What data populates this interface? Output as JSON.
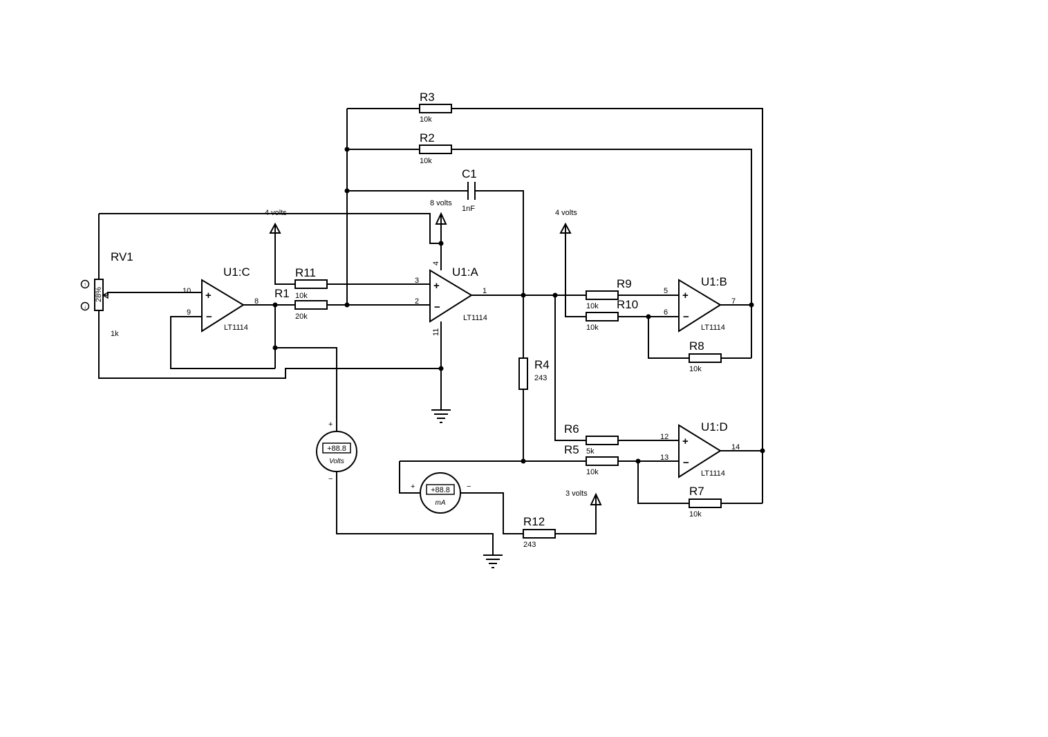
{
  "components": {
    "RV1": {
      "ref": "RV1",
      "value": "1k",
      "wiper": "28%"
    },
    "R1": {
      "ref": "R1",
      "value": "20k"
    },
    "R2": {
      "ref": "R2",
      "value": "10k"
    },
    "R3": {
      "ref": "R3",
      "value": "10k"
    },
    "R4": {
      "ref": "R4",
      "value": "243"
    },
    "R5": {
      "ref": "R5",
      "value": "10k"
    },
    "R6": {
      "ref": "R6",
      "value": "5k"
    },
    "R7": {
      "ref": "R7",
      "value": "10k"
    },
    "R8": {
      "ref": "R8",
      "value": "10k"
    },
    "R9": {
      "ref": "R9",
      "value": "10k"
    },
    "R10": {
      "ref": "R10",
      "value": "10k"
    },
    "R11": {
      "ref": "R11",
      "value": "10k"
    },
    "R12": {
      "ref": "R12",
      "value": "243"
    },
    "C1": {
      "ref": "C1",
      "value": "1nF"
    }
  },
  "opamps": {
    "U1A": {
      "ref": "U1:A",
      "part": "LT1114",
      "pin_in_plus": "3",
      "pin_in_minus": "2",
      "pin_out": "1",
      "pin_vcc": "4",
      "pin_gnd": "11"
    },
    "U1B": {
      "ref": "U1:B",
      "part": "LT1114",
      "pin_in_plus": "5",
      "pin_in_minus": "6",
      "pin_out": "7"
    },
    "U1C": {
      "ref": "U1:C",
      "part": "LT1114",
      "pin_in_plus": "10",
      "pin_in_minus": "9",
      "pin_out": "8"
    },
    "U1D": {
      "ref": "U1:D",
      "part": "LT1114",
      "pin_in_plus": "12",
      "pin_in_minus": "13",
      "pin_out": "14"
    }
  },
  "supplies": {
    "left_ref": "4 volts",
    "u1a_supply": "8 volts",
    "right_ref": "4 volts",
    "bottom_ref": "3 volts"
  },
  "meters": {
    "voltmeter": {
      "display": "+88.8",
      "unit": "Volts",
      "plus": "+",
      "minus": "−"
    },
    "ammeter": {
      "display": "+88.8",
      "unit": "mA",
      "plus": "+",
      "minus": "−"
    }
  },
  "opamp_signs": {
    "plus": "+",
    "minus": "−"
  },
  "pot_terminals": {
    "top": "↑",
    "bottom": "↓"
  }
}
